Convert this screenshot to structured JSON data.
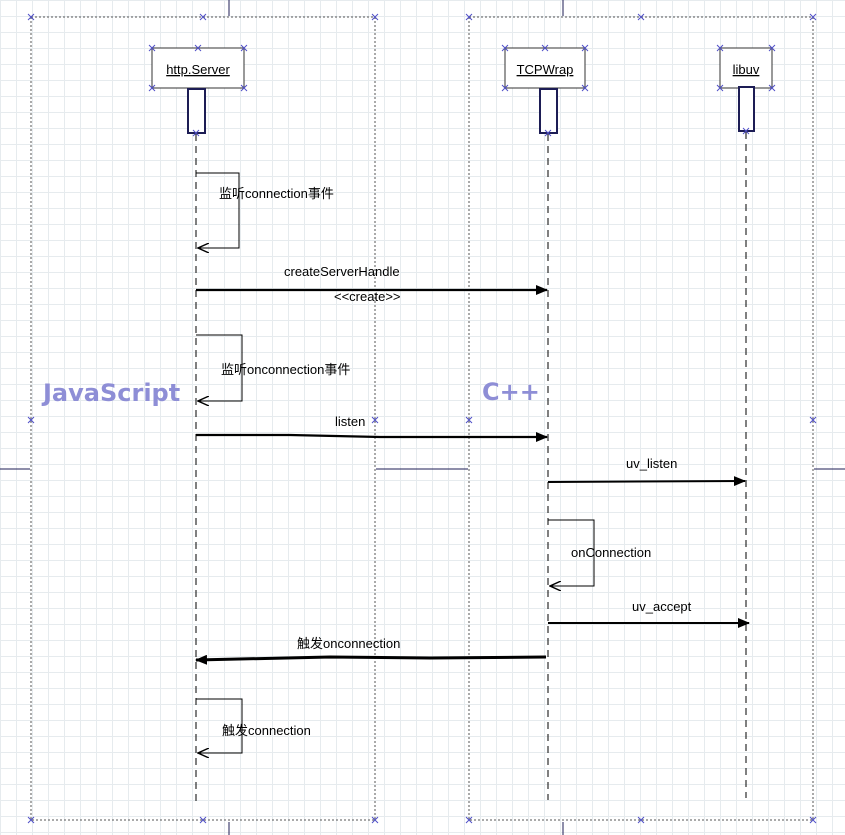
{
  "regions": {
    "javascript": "JavaScript",
    "cpp": "C++"
  },
  "objects": {
    "http_server": "http.Server",
    "tcpwrap": "TCPWrap",
    "libuv": "libuv"
  },
  "messages": {
    "listen_connection": "监听connection事件",
    "create_server_handle": "createServerHandle",
    "create_stereotype": "<<create>>",
    "listen_onconnection": "监听onconnection事件",
    "listen": "listen",
    "uv_listen": "uv_listen",
    "on_connection": "onConnection",
    "uv_accept": "uv_accept",
    "emit_onconnection": "触发onconnection",
    "emit_connection": "触发connection"
  },
  "colors": {
    "region_label": "#8e8ed6",
    "selection_handle": "#5050c8",
    "grid": "#e6ebee"
  }
}
